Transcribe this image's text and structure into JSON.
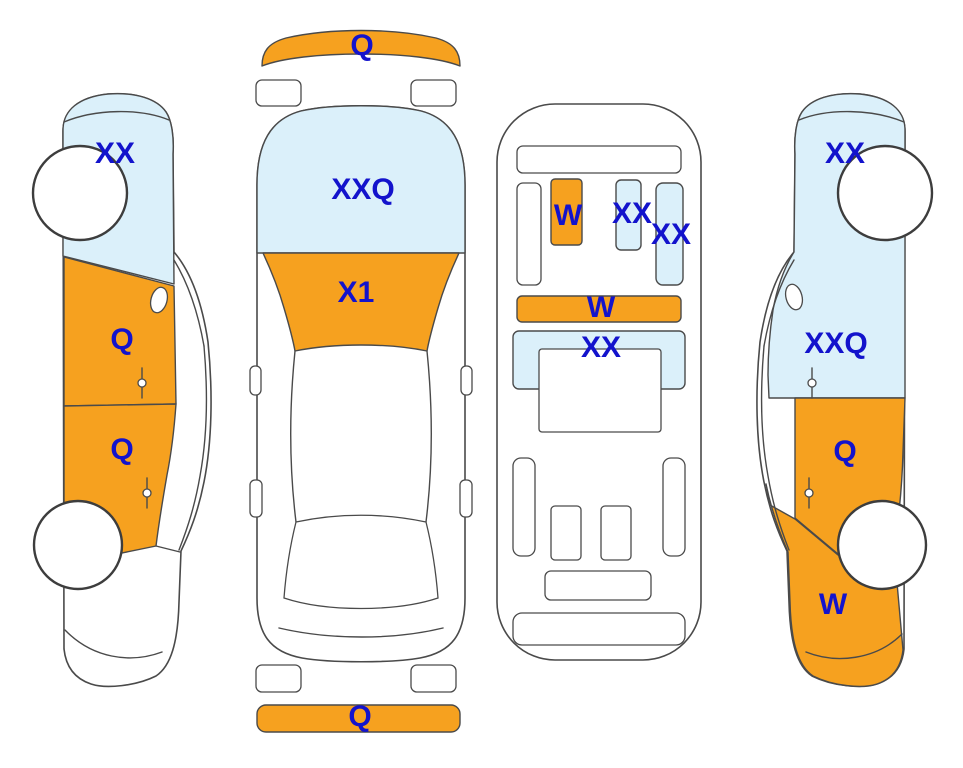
{
  "colors": {
    "damage_highlight": "#F6A11F",
    "glass_highlight": "#DBF0FA",
    "label_text": "#1313CC",
    "outline": "#4A4A4A",
    "background": "#FFFFFF"
  },
  "views": {
    "left_side": {
      "labels": [
        {
          "code": "XX"
        },
        {
          "code": "Q"
        },
        {
          "code": "Q"
        }
      ]
    },
    "top": {
      "labels": [
        {
          "code": "Q"
        },
        {
          "code": "XXQ"
        },
        {
          "code": "X1"
        },
        {
          "code": "Q"
        }
      ]
    },
    "interior": {
      "labels": [
        {
          "code": "W"
        },
        {
          "code": "XX"
        },
        {
          "code": "XX"
        },
        {
          "code": "W"
        },
        {
          "code": "XX"
        }
      ]
    },
    "right_side": {
      "labels": [
        {
          "code": "XX"
        },
        {
          "code": "XXQ"
        },
        {
          "code": "Q"
        },
        {
          "code": "W"
        }
      ]
    }
  }
}
